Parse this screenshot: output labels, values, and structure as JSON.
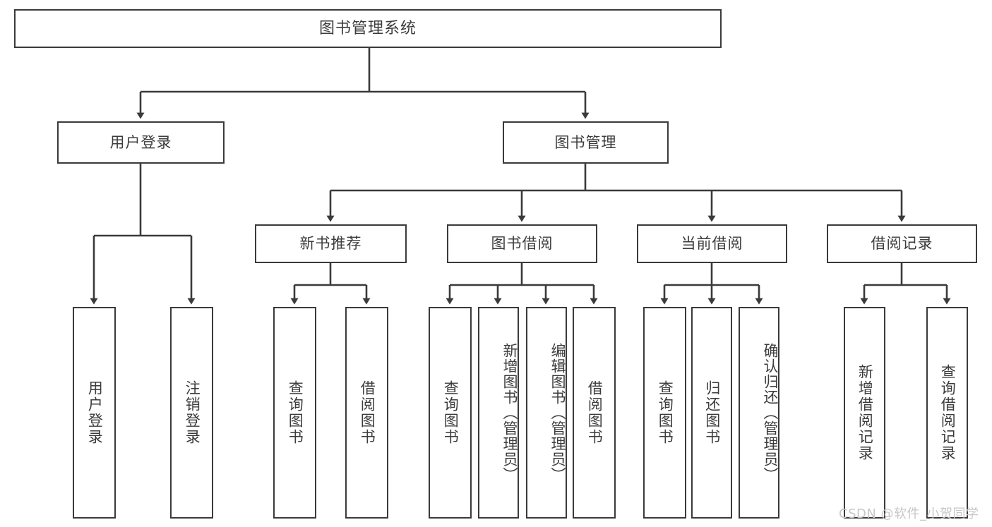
{
  "diagram": {
    "type": "tree-hierarchy-chart",
    "title_label": "图书管理系统",
    "background_color": "#ffffff",
    "line_color": "#3a3a3a",
    "text_color": "#3c3c3c",
    "levels": [
      {
        "level": 1,
        "nodes": [
          {
            "id": "root",
            "label": "图书管理系统",
            "orientation": "horizontal"
          }
        ]
      },
      {
        "level": 2,
        "nodes": [
          {
            "id": "login",
            "label": "用户登录",
            "orientation": "horizontal",
            "parent": "root"
          },
          {
            "id": "bookmgmt",
            "label": "图书管理",
            "orientation": "horizontal",
            "parent": "root"
          }
        ]
      },
      {
        "level": 3,
        "nodes": [
          {
            "id": "newbook",
            "label": "新书推荐",
            "orientation": "horizontal",
            "parent": "bookmgmt"
          },
          {
            "id": "borrow",
            "label": "图书借阅",
            "orientation": "horizontal",
            "parent": "bookmgmt"
          },
          {
            "id": "current",
            "label": "当前借阅",
            "orientation": "horizontal",
            "parent": "bookmgmt"
          },
          {
            "id": "records",
            "label": "借阅记录",
            "orientation": "horizontal",
            "parent": "bookmgmt"
          }
        ]
      },
      {
        "level": 4,
        "nodes": [
          {
            "id": "leaf1",
            "label": "用户登录",
            "orientation": "vertical",
            "parent": "login"
          },
          {
            "id": "leaf2",
            "label": "注销登录",
            "orientation": "vertical",
            "parent": "login"
          },
          {
            "id": "leaf3",
            "label": "查询图书",
            "orientation": "vertical",
            "parent": "newbook"
          },
          {
            "id": "leaf4",
            "label": "借阅图书",
            "orientation": "vertical",
            "parent": "newbook"
          },
          {
            "id": "leaf5",
            "label": "查询图书",
            "orientation": "vertical",
            "parent": "borrow"
          },
          {
            "id": "leaf6",
            "label": "新增图书（管理员）",
            "orientation": "vertical",
            "parent": "borrow"
          },
          {
            "id": "leaf7",
            "label": "编辑图书（管理员）",
            "orientation": "vertical",
            "parent": "borrow"
          },
          {
            "id": "leaf8",
            "label": "借阅图书",
            "orientation": "vertical",
            "parent": "borrow"
          },
          {
            "id": "leaf9",
            "label": "查询图书",
            "orientation": "vertical",
            "parent": "current"
          },
          {
            "id": "leaf10",
            "label": "归还图书",
            "orientation": "vertical",
            "parent": "current"
          },
          {
            "id": "leaf11",
            "label": "确认归还（管理员）",
            "orientation": "vertical",
            "parent": "current"
          },
          {
            "id": "leaf12",
            "label": "新增借阅记录",
            "orientation": "vertical",
            "parent": "records"
          },
          {
            "id": "leaf13",
            "label": "查询借阅记录",
            "orientation": "vertical",
            "parent": "records"
          }
        ]
      }
    ]
  },
  "watermark": {
    "text": "CSDN @软件_小贺同学",
    "color": "#c7c7c7"
  }
}
